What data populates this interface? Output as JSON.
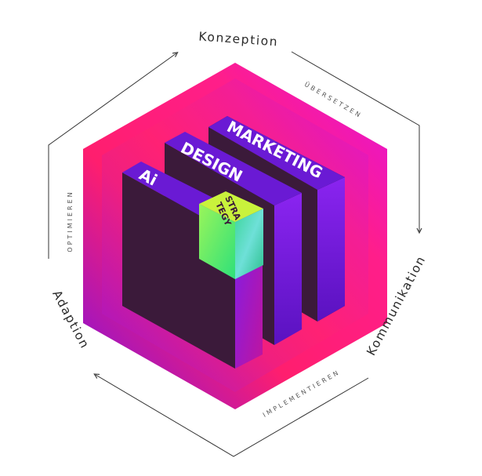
{
  "cycle": {
    "stages": {
      "top": "Konzeption",
      "right": "Kommunikation",
      "left": "Adaption"
    },
    "transitions": {
      "top_right": "ÜBERSETZEN",
      "bottom": "IMPLEMENTIEREN",
      "left": "OPTIMIEREN"
    }
  },
  "cube": {
    "columns": [
      "Ai",
      "DESIGN",
      "MARKETING"
    ],
    "core_lines": [
      "STRA",
      "TEGY"
    ]
  },
  "colors": {
    "hex_pink": "#ff1e6e",
    "hex_magenta": "#e112d2",
    "hex_purple": "#6e12d6",
    "column_dark": "#3b1a3a",
    "column_side": "#7a1ee0",
    "core_green": "#5cf07a",
    "core_label_bg": "#c9f23c"
  }
}
